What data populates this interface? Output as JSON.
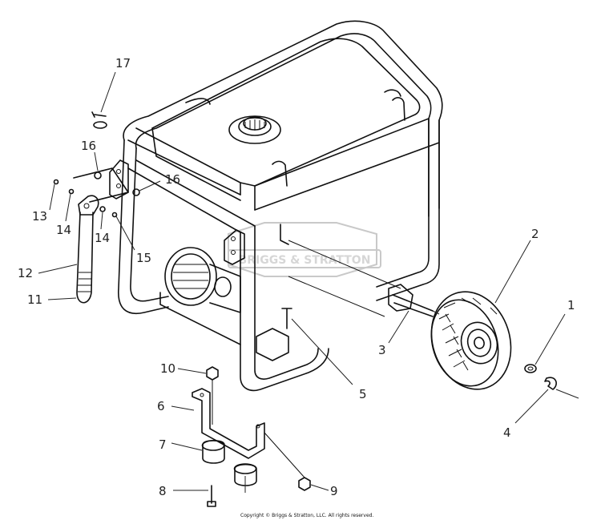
{
  "watermark": "BRIGGS & STRATTON",
  "copyright": "Copyright © Briggs & Stratton, LLC. All rights reserved.",
  "callouts": {
    "c1": "1",
    "c2": "2",
    "c3": "3",
    "c4": "4",
    "c5": "5",
    "c6": "6",
    "c7": "7",
    "c8": "8",
    "c9": "9",
    "c10": "10",
    "c11": "11",
    "c12": "12",
    "c13": "13",
    "c14a": "14",
    "c14b": "14",
    "c15": "15",
    "c16a": "16",
    "c16b": "16",
    "c17": "17"
  }
}
